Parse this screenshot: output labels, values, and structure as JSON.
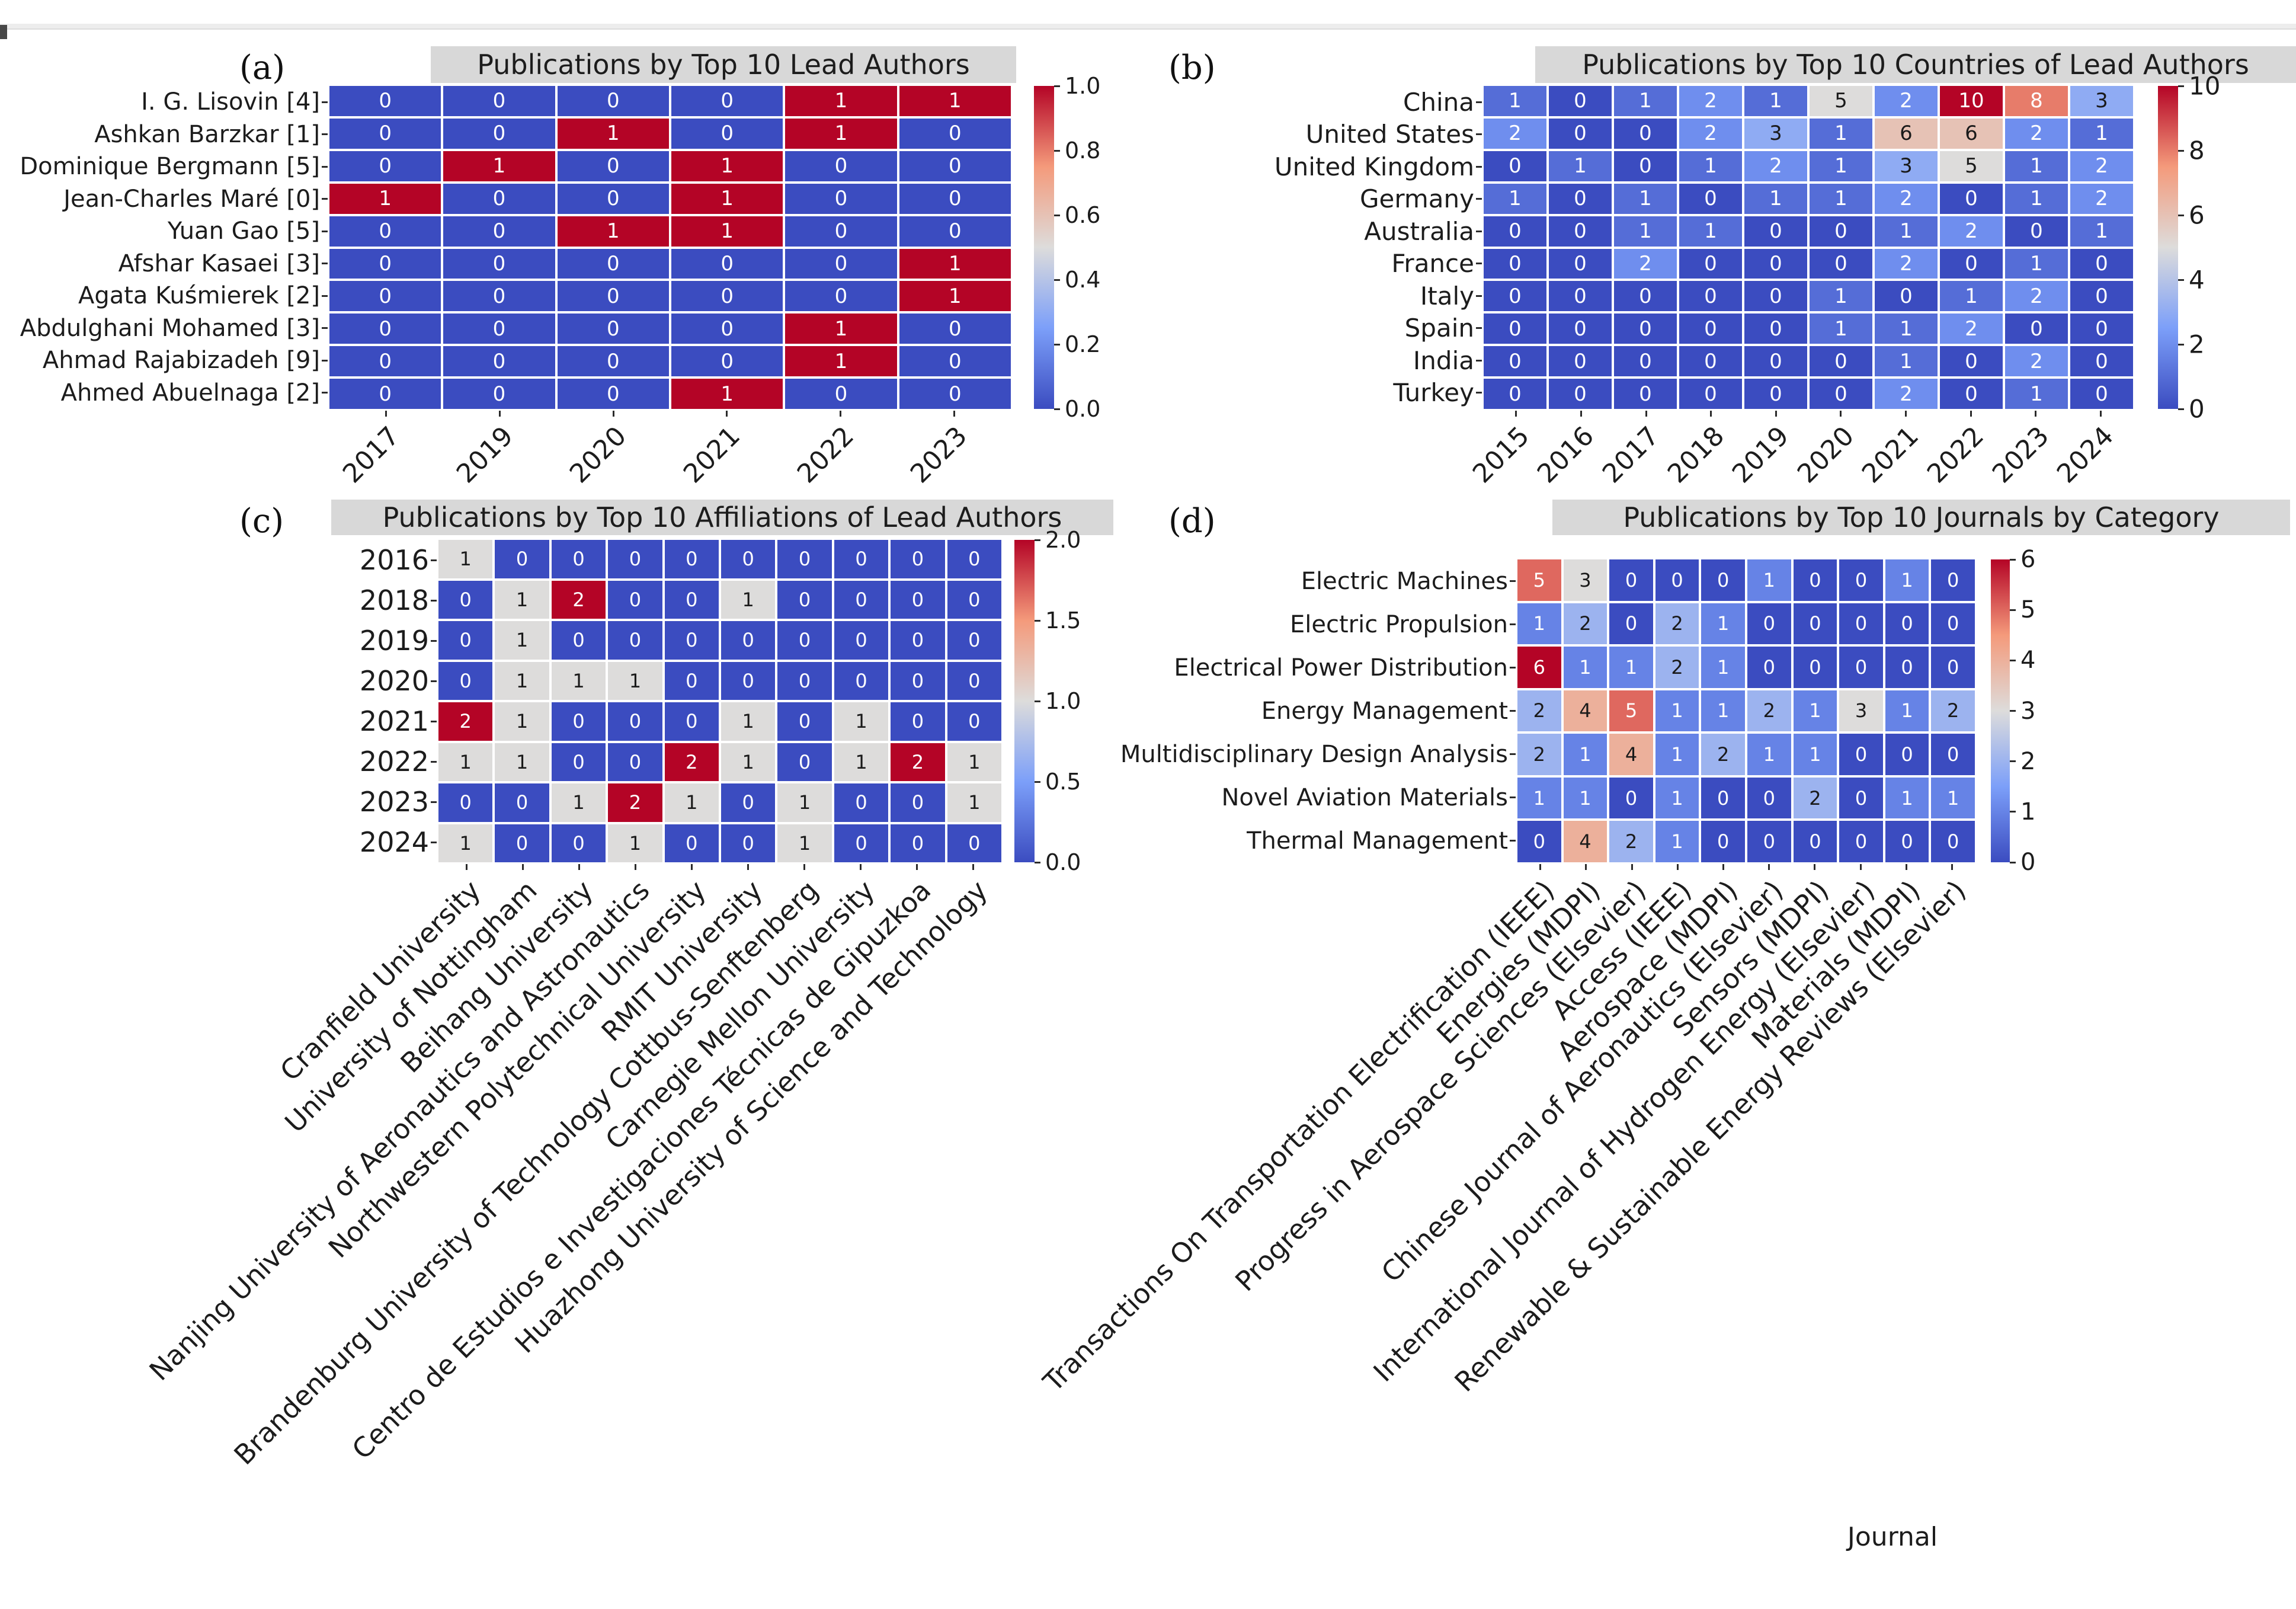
{
  "figure": {
    "background": "#ffffff",
    "title_bg": "#d8d8d8",
    "colormap": {
      "name": "coolwarm",
      "low": "#3b4cc0",
      "mid": "#dddcdb",
      "high": "#b40426"
    },
    "top_rule_color": "#ededed",
    "corner_artifact_color": "#474747"
  },
  "chart_data": [
    {
      "id": "a",
      "panel_label": "(a)",
      "type": "heatmap",
      "title": "Publications by Top 10 Lead Authors",
      "rows": [
        "I. G. Lisovin [4]",
        "Ashkan Barzkar [1]",
        "Dominique Bergmann [5]",
        "Jean-Charles Maré [0]",
        "Yuan Gao [5]",
        "Afshar Kasaei [3]",
        "Agata Kuśmierek [2]",
        "Abdulghani Mohamed [3]",
        "Ahmad Rajabizadeh [9]",
        "Ahmed Abuelnaga [2]"
      ],
      "columns": [
        "2017",
        "2019",
        "2020",
        "2021",
        "2022",
        "2023"
      ],
      "values": [
        [
          0,
          0,
          0,
          0,
          1,
          1
        ],
        [
          0,
          0,
          1,
          0,
          1,
          0
        ],
        [
          0,
          1,
          0,
          1,
          0,
          0
        ],
        [
          1,
          0,
          0,
          1,
          0,
          0
        ],
        [
          0,
          0,
          1,
          1,
          0,
          0
        ],
        [
          0,
          0,
          0,
          0,
          0,
          1
        ],
        [
          0,
          0,
          0,
          0,
          0,
          1
        ],
        [
          0,
          0,
          0,
          0,
          1,
          0
        ],
        [
          0,
          0,
          0,
          0,
          1,
          0
        ],
        [
          0,
          0,
          0,
          1,
          0,
          0
        ]
      ],
      "vmin": 0,
      "vmax": 1,
      "colorbar_ticks": [
        "1.0",
        "0.8",
        "0.6",
        "0.4",
        "0.2",
        "0.0"
      ],
      "xlabel": "",
      "ylabel": ""
    },
    {
      "id": "b",
      "panel_label": "(b)",
      "type": "heatmap",
      "title": "Publications by Top 10 Countries of Lead Authors",
      "rows": [
        "China",
        "United States",
        "United Kingdom",
        "Germany",
        "Australia",
        "France",
        "Italy",
        "Spain",
        "India",
        "Turkey"
      ],
      "columns": [
        "2015",
        "2016",
        "2017",
        "2018",
        "2019",
        "2020",
        "2021",
        "2022",
        "2023",
        "2024"
      ],
      "values": [
        [
          1,
          0,
          1,
          2,
          1,
          5,
          2,
          10,
          8,
          3
        ],
        [
          2,
          0,
          0,
          2,
          3,
          1,
          6,
          6,
          2,
          1
        ],
        [
          0,
          1,
          0,
          1,
          2,
          1,
          3,
          5,
          1,
          2
        ],
        [
          1,
          0,
          1,
          0,
          1,
          1,
          2,
          0,
          1,
          2
        ],
        [
          0,
          0,
          1,
          1,
          0,
          0,
          1,
          2,
          0,
          1
        ],
        [
          0,
          0,
          2,
          0,
          0,
          0,
          2,
          0,
          1,
          0
        ],
        [
          0,
          0,
          0,
          0,
          0,
          1,
          0,
          1,
          2,
          0
        ],
        [
          0,
          0,
          0,
          0,
          0,
          1,
          1,
          2,
          0,
          0
        ],
        [
          0,
          0,
          0,
          0,
          0,
          0,
          1,
          0,
          2,
          0
        ],
        [
          0,
          0,
          0,
          0,
          0,
          0,
          2,
          0,
          1,
          0
        ]
      ],
      "vmin": 0,
      "vmax": 10,
      "colorbar_ticks": [
        "10",
        "8",
        "6",
        "4",
        "2",
        "0"
      ],
      "xlabel": "",
      "ylabel": ""
    },
    {
      "id": "c",
      "panel_label": "(c)",
      "type": "heatmap",
      "title": "Publications by Top 10 Affiliations of Lead Authors",
      "rows": [
        "2016",
        "2018",
        "2019",
        "2020",
        "2021",
        "2022",
        "2023",
        "2024"
      ],
      "columns": [
        "Cranfield University",
        "University of Nottingham",
        "Beihang University",
        "Nanjing University of Aeronautics and Astronautics",
        "Northwestern Polytechnical University",
        "RMIT University",
        "Brandenburg University of Technology Cottbus-Senftenberg",
        "Carnegie Mellon University",
        "Centro de Estudios e Investigaciones Técnicas de Gipuzkoa",
        "Huazhong University of Science and Technology"
      ],
      "values": [
        [
          1,
          0,
          0,
          0,
          0,
          0,
          0,
          0,
          0,
          0
        ],
        [
          0,
          1,
          2,
          0,
          0,
          1,
          0,
          0,
          0,
          0
        ],
        [
          0,
          1,
          0,
          0,
          0,
          0,
          0,
          0,
          0,
          0
        ],
        [
          0,
          1,
          1,
          1,
          0,
          0,
          0,
          0,
          0,
          0
        ],
        [
          2,
          1,
          0,
          0,
          0,
          1,
          0,
          1,
          0,
          0
        ],
        [
          1,
          1,
          0,
          0,
          2,
          1,
          0,
          1,
          2,
          1
        ],
        [
          0,
          0,
          1,
          2,
          1,
          0,
          1,
          0,
          0,
          1
        ],
        [
          1,
          0,
          0,
          1,
          0,
          0,
          1,
          0,
          0,
          0
        ]
      ],
      "vmin": 0,
      "vmax": 2,
      "colorbar_ticks": [
        "2.0",
        "1.5",
        "1.0",
        "0.5",
        "0.0"
      ],
      "xlabel": "",
      "ylabel": ""
    },
    {
      "id": "d",
      "panel_label": "(d)",
      "type": "heatmap",
      "title": "Publications by Top 10 Journals by Category",
      "rows": [
        "Electric Machines",
        "Electric Propulsion",
        "Electrical Power Distribution",
        "Energy Management",
        "Multidisciplinary Design Analysis",
        "Novel Aviation Materials",
        "Thermal Management"
      ],
      "columns": [
        "Transactions On Transportation Electrification (IEEE)",
        "Energies (MDPI)",
        "Progress in Aerospace Sciences (Elsevier)",
        "Access (IEEE)",
        "Aerospace (MDPI)",
        "Chinese Journal of Aeronautics (Elsevier)",
        "Sensors (MDPI)",
        "International Journal of Hydrogen Energy (Elsevier)",
        "Materials (MDPI)",
        "Renewable & Sustainable Energy Reviews (Elsevier)"
      ],
      "values": [
        [
          5,
          3,
          0,
          0,
          0,
          1,
          0,
          0,
          1,
          0
        ],
        [
          1,
          2,
          0,
          2,
          1,
          0,
          0,
          0,
          0,
          0
        ],
        [
          6,
          1,
          1,
          2,
          1,
          0,
          0,
          0,
          0,
          0
        ],
        [
          2,
          4,
          5,
          1,
          1,
          2,
          1,
          3,
          1,
          2
        ],
        [
          2,
          1,
          4,
          1,
          2,
          1,
          1,
          0,
          0,
          0
        ],
        [
          1,
          1,
          0,
          1,
          0,
          0,
          2,
          0,
          1,
          1
        ],
        [
          0,
          4,
          2,
          1,
          0,
          0,
          0,
          0,
          0,
          0
        ]
      ],
      "vmin": 0,
      "vmax": 6,
      "colorbar_ticks": [
        "6",
        "5",
        "4",
        "3",
        "2",
        "1",
        "0"
      ],
      "xlabel": "Journal",
      "ylabel": ""
    }
  ]
}
